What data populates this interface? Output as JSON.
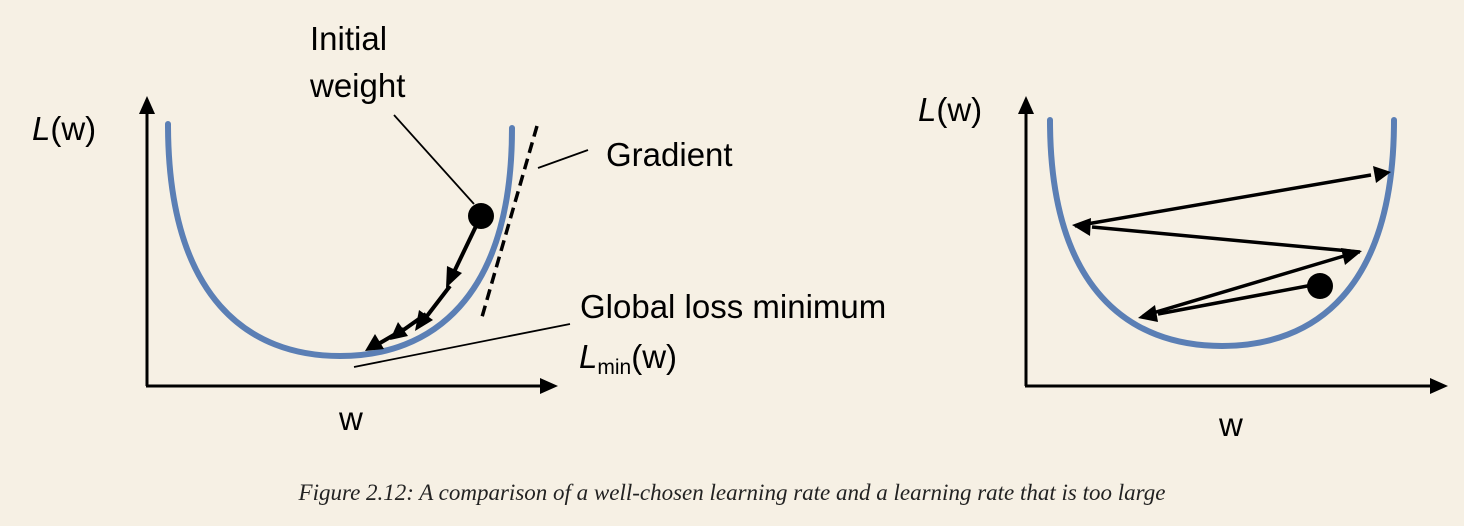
{
  "left_panel": {
    "y_axis_label": {
      "italic": "L",
      "rest": "(w)"
    },
    "x_axis_label": "w",
    "annotations": {
      "initial_weight_line1": "Initial",
      "initial_weight_line2": "weight",
      "gradient": "Gradient",
      "global_minimum": "Global loss minimum",
      "l_min_italic": "L",
      "l_min_sub": "min",
      "l_min_rest": "(w)"
    }
  },
  "right_panel": {
    "y_axis_label": {
      "italic": "L",
      "rest": "(w)"
    },
    "x_axis_label": "w"
  },
  "colors": {
    "curve": "#5b7fb5",
    "ink": "#000000",
    "background": "#f6f0e4"
  },
  "caption": "Figure 2.12: A comparison of a well-chosen learning rate and a learning rate that is too large"
}
